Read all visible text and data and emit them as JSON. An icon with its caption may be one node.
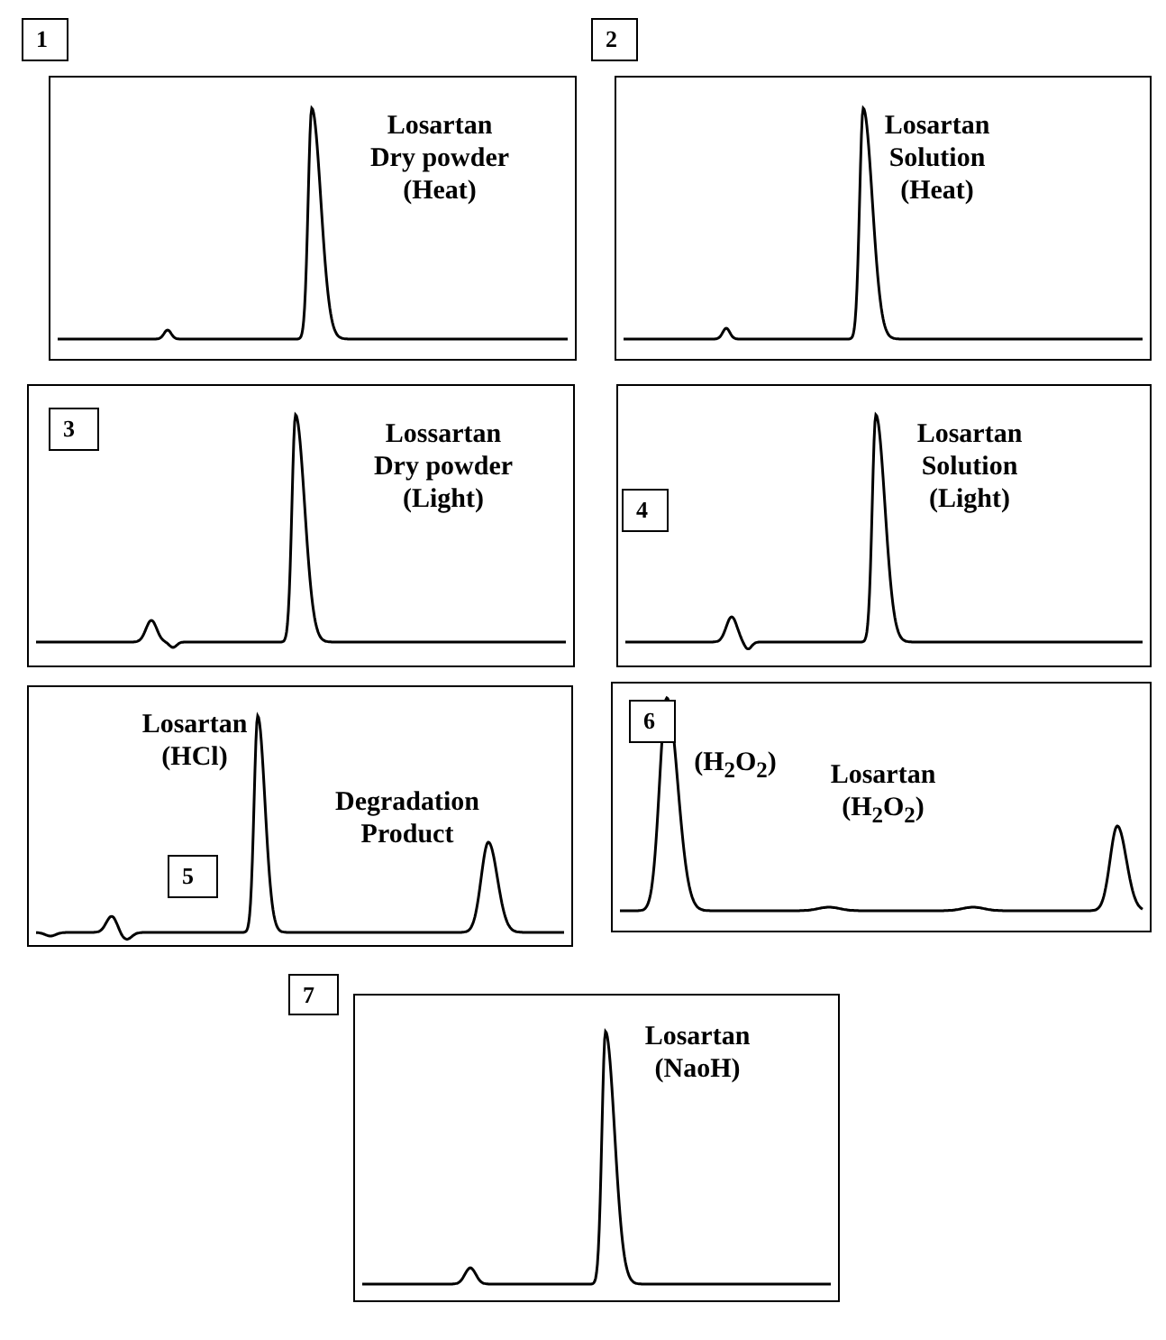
{
  "diagram": {
    "nodes": [
      {
        "text": [
          "1"
        ]
      },
      {
        "text": [
          "Losartan Dry powder (Heat)"
        ]
      },
      {
        "text": [
          "2"
        ]
      },
      {
        "text": [
          "Losartan Solution (Heat)"
        ]
      },
      {
        "text": [
          "Lossartan Dry powder (Light)"
        ]
      },
      {
        "text": [
          "3"
        ],
        "in": 4
      },
      {
        "text": [
          "Losartan Solution (Light)"
        ]
      },
      {
        "text": [
          "4"
        ],
        "in": 6
      },
      {
        "text": [
          "Losartan (HCl)",
          "Degradation Product"
        ]
      },
      {
        "text": [
          "5"
        ],
        "in": 8
      },
      {
        "text": [
          "(H$_{2}$O$_{2}$)",
          "Losartan (H$_{2}$O$_{2}$)"
        ]
      },
      {
        "text": [
          "6"
        ],
        "in": 10
      },
      {
        "text": [
          "7"
        ]
      },
      {
        "text": [
          "Losartan (NaoH)"
        ]
      }
    ]
  }
}
